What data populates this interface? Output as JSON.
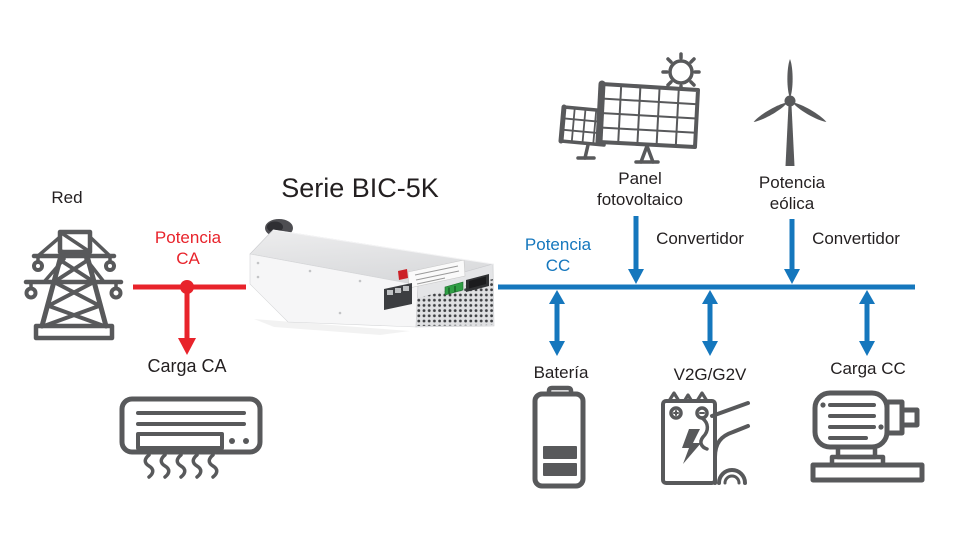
{
  "colors": {
    "ac_red": "#E8232B",
    "dc_blue": "#1577BD",
    "icon_gray": "#58595B",
    "text_dark": "#231F20"
  },
  "title": "Serie BIC-5K",
  "ac_side": {
    "grid_label": "Red",
    "flow_label": "Potencia CA",
    "load_label": "Carga CA"
  },
  "dc_side": {
    "flow_label": "Potencia CC",
    "solar_label": "Panel fotovoltaico",
    "wind_label": "Potencia eólica",
    "solar_converter": "Convertidor",
    "wind_converter": "Convertidor",
    "battery_label": "Batería",
    "v2g_label": "V2G/G2V",
    "load_label": "Carga CC"
  },
  "icons": {
    "grid": "transmission-tower-icon",
    "ac_load": "air-conditioner-icon",
    "device": "bic-5k-power-supply-photo",
    "solar": "solar-panel-icon",
    "wind": "wind-turbine-icon",
    "battery": "battery-icon",
    "v2g": "ev-charger-car-icon",
    "dc_load": "electric-motor-icon"
  }
}
